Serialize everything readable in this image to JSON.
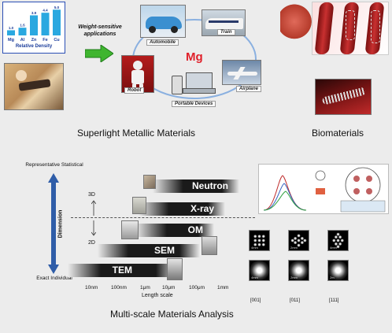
{
  "density_chart": {
    "label": "Relative Density",
    "chart_data": {
      "type": "bar",
      "categories": [
        "Mg",
        "Al",
        "Zn",
        "Fe",
        "Cu"
      ],
      "values": [
        1.0,
        1.5,
        3.9,
        4.4,
        5.0
      ],
      "xlabel": "Relative Density",
      "ylim": [
        0,
        5.5
      ]
    }
  },
  "applications_arrow_label": "Weight-sensitive applications",
  "mg_label": "Mg",
  "app_captions": {
    "automobile": "Automobile",
    "train": "Train",
    "robot": "Robot",
    "portable": "Portable Devices",
    "airplane": "Airplane"
  },
  "section_titles": {
    "superlight": "Superlight Metallic Materials",
    "bio": "Biomaterials",
    "analysis": "Multi-scale Materials Analysis"
  },
  "axis": {
    "top_label": "Representative Statistical",
    "bottom_label": "Exact Individual",
    "dimension": "Dimension",
    "d3": "3D",
    "d2": "2D",
    "length_scale": "Length scale",
    "ticks": [
      "10nm",
      "100nm",
      "1μm",
      "10μm",
      "100μm",
      "1mm"
    ]
  },
  "techniques": [
    "Neutron",
    "X-ray",
    "OM",
    "SEM",
    "TEM"
  ],
  "diffraction": {
    "scales_row1": [
      "4mm",
      "2mm",
      "4mm"
    ],
    "scales_row2": [
      "4mm",
      "2mm",
      "2m"
    ],
    "zones": [
      "[001]",
      "[011]",
      "[111]"
    ]
  },
  "colors": {
    "band_dark": "#1a1a1a",
    "arrow_blue": "#2f5da8",
    "green_arrow": "#3fb52f",
    "mg_red": "#e0202a",
    "bar_blue": "#2aa8e0"
  }
}
